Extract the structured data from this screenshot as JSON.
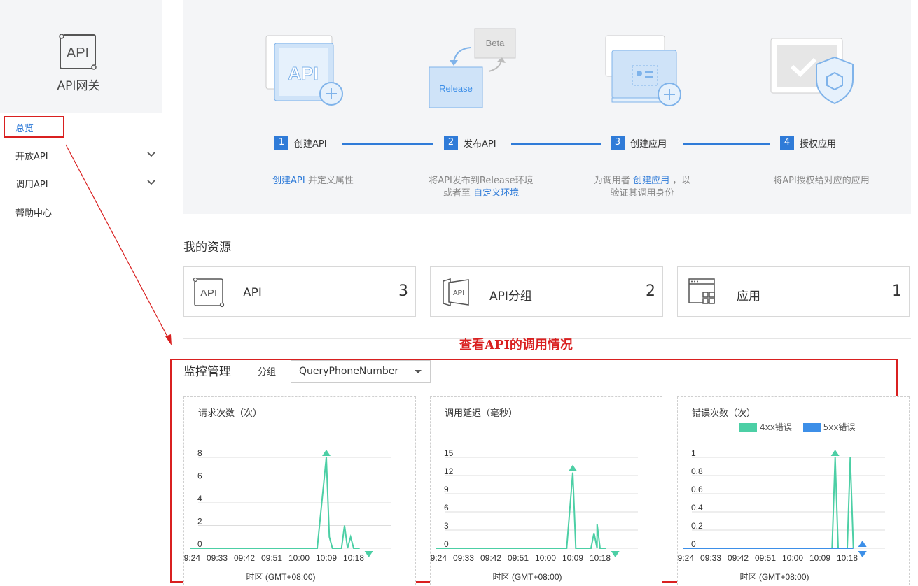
{
  "sidebar": {
    "logo_text": "API",
    "title": "API网关",
    "items": [
      {
        "label": "总览"
      },
      {
        "label": "开放API"
      },
      {
        "label": "调用API"
      },
      {
        "label": "帮助中心"
      }
    ]
  },
  "guide": {
    "illus": {
      "beta": "Beta",
      "release": "Release",
      "api": "API"
    },
    "steps": [
      {
        "num": "1",
        "name": "创建API"
      },
      {
        "num": "2",
        "name": "发布API"
      },
      {
        "num": "3",
        "name": "创建应用"
      },
      {
        "num": "4",
        "name": "授权应用"
      }
    ],
    "desc1": {
      "link": "创建API",
      "text": " 并定义属性"
    },
    "desc2": {
      "line1": "将API发布到Release环境",
      "pre": "或者至 ",
      "link": "自定义环境"
    },
    "desc3": {
      "pre": "为调用者 ",
      "link": "创建应用",
      "post": " ，以",
      "line2": "验证其调用身份"
    },
    "desc4": "将API授权给对应的应用"
  },
  "resources": {
    "title": "我的资源",
    "cards": [
      {
        "name": "API",
        "count": "3",
        "icon": "api-chip-icon",
        "icon_text": "API"
      },
      {
        "name": "API分组",
        "count": "2",
        "icon": "api-group-icon",
        "icon_text": "API"
      },
      {
        "name": "应用",
        "count": "1",
        "icon": "application-window-icon"
      }
    ]
  },
  "annotation": "查看API的调用情况",
  "monitor": {
    "title": "监控管理",
    "group_label": "分组",
    "group_value": "QueryPhoneNumber"
  },
  "colors": {
    "accent": "#2f7bd8",
    "teal": "#4ccfa5",
    "blue": "#3d8fe8",
    "red": "#d92020"
  },
  "chart_data": [
    {
      "type": "line",
      "title": "请求次数（次）",
      "xlabel": "时区 (GMT+08:00)",
      "x_ticks": [
        "09:24",
        "09:33",
        "09:42",
        "09:51",
        "10:00",
        "10:09",
        "10:18"
      ],
      "y_ticks": [
        "0",
        "2",
        "4",
        "6",
        "8"
      ],
      "ylim": [
        0,
        8
      ],
      "series": [
        {
          "color": "#4ccfa5",
          "points": [
            [
              "09:24",
              0
            ],
            [
              "10:06",
              0
            ],
            [
              "10:09",
              8
            ],
            [
              "10:10",
              1
            ],
            [
              "10:11",
              0
            ],
            [
              "10:14",
              0
            ],
            [
              "10:15",
              2
            ],
            [
              "10:16",
              0
            ],
            [
              "10:17",
              1
            ],
            [
              "10:18",
              0
            ],
            [
              "10:20",
              0
            ]
          ]
        }
      ]
    },
    {
      "type": "line",
      "title": "调用延迟（毫秒）",
      "xlabel": "时区 (GMT+08:00)",
      "x_ticks": [
        "09:24",
        "09:33",
        "09:42",
        "09:51",
        "10:00",
        "10:09",
        "10:18"
      ],
      "y_ticks": [
        "0",
        "3",
        "6",
        "9",
        "12",
        "15"
      ],
      "ylim": [
        0,
        15
      ],
      "series": [
        {
          "color": "#4ccfa5",
          "points": [
            [
              "09:24",
              0
            ],
            [
              "10:07",
              0
            ],
            [
              "10:09",
              12.5
            ],
            [
              "10:10",
              0
            ],
            [
              "10:15",
              0
            ],
            [
              "10:16",
              2.5
            ],
            [
              "10:17",
              0
            ],
            [
              "10:17",
              4
            ],
            [
              "10:18",
              0
            ],
            [
              "10:20",
              0
            ]
          ]
        }
      ]
    },
    {
      "type": "line",
      "title": "错误次数（次）",
      "xlabel": "时区 (GMT+08:00)",
      "x_ticks": [
        "09:24",
        "09:33",
        "09:42",
        "09:51",
        "10:00",
        "10:09",
        "10:18"
      ],
      "y_ticks": [
        "0",
        "0.2",
        "0.4",
        "0.6",
        "0.8",
        "1"
      ],
      "ylim": [
        0,
        1
      ],
      "legend": [
        "4xx错误",
        "5xx错误"
      ],
      "legend_pos": "top",
      "series": [
        {
          "name": "4xx错误",
          "color": "#4ccfa5",
          "points": [
            [
              "09:24",
              0
            ],
            [
              "10:13",
              0
            ],
            [
              "10:14",
              1
            ],
            [
              "10:15",
              0
            ],
            [
              "10:18",
              0
            ],
            [
              "10:19",
              1
            ],
            [
              "10:20",
              0
            ],
            [
              "10:20",
              0
            ]
          ]
        },
        {
          "name": "5xx错误",
          "color": "#3d8fe8",
          "points": [
            [
              "09:24",
              0
            ],
            [
              "10:20",
              0
            ]
          ]
        }
      ]
    }
  ]
}
